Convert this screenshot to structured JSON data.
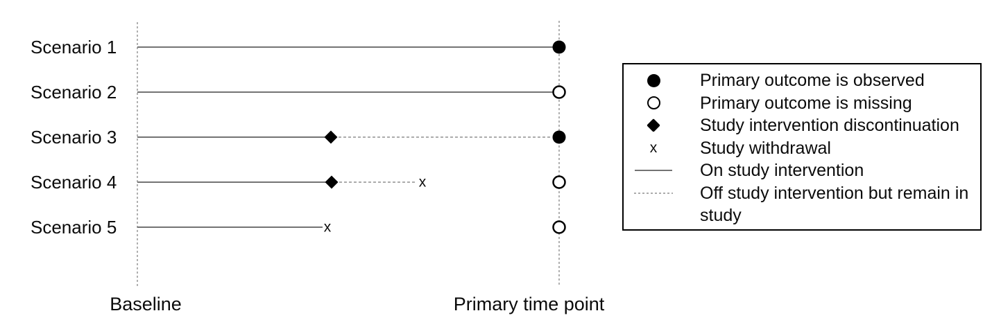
{
  "figure": {
    "type": "study-timeline-schematic",
    "axis": {
      "baseline_label": "Baseline",
      "primary_label": "Primary time point"
    },
    "withdrawal_glyph": "x",
    "scenarios": [
      {
        "label": "Scenario 1",
        "on_intervention": "baseline to primary time point",
        "off_intervention": null,
        "events": [],
        "outcome_marker": "filled-circle",
        "outcome": "Primary outcome is observed"
      },
      {
        "label": "Scenario 2",
        "on_intervention": "baseline to primary time point",
        "off_intervention": null,
        "events": [],
        "outcome_marker": "open-circle",
        "outcome": "Primary outcome is missing"
      },
      {
        "label": "Scenario 3",
        "on_intervention": "baseline to intervention discontinuation",
        "off_intervention": "discontinuation to primary time point",
        "events": [
          "study-intervention-discontinuation"
        ],
        "outcome_marker": "filled-circle",
        "outcome": "Primary outcome is observed"
      },
      {
        "label": "Scenario 4",
        "on_intervention": "baseline to intervention discontinuation",
        "off_intervention": "discontinuation to study withdrawal",
        "events": [
          "study-intervention-discontinuation",
          "study-withdrawal"
        ],
        "outcome_marker": "open-circle",
        "outcome": "Primary outcome is missing"
      },
      {
        "label": "Scenario 5",
        "on_intervention": "baseline to study withdrawal",
        "off_intervention": null,
        "events": [
          "study-withdrawal"
        ],
        "outcome_marker": "open-circle",
        "outcome": "Primary outcome is missing"
      }
    ],
    "legend": {
      "items": [
        {
          "symbol": "filled-circle",
          "label": "Primary outcome is observed"
        },
        {
          "symbol": "open-circle",
          "label": "Primary outcome is missing"
        },
        {
          "symbol": "filled-diamond",
          "label": "Study intervention discontinuation"
        },
        {
          "symbol": "x",
          "label": "Study withdrawal"
        },
        {
          "symbol": "solid-line",
          "label": "On study intervention"
        },
        {
          "symbol": "dashed-line",
          "label": "Off study intervention but remain in study"
        }
      ]
    },
    "colors": {
      "on_intervention_line": "#737373",
      "off_intervention_line": "#ababab",
      "axis_dashed_line": "#8f8f8f",
      "marker": "#000000",
      "background": "#ffffff"
    }
  }
}
